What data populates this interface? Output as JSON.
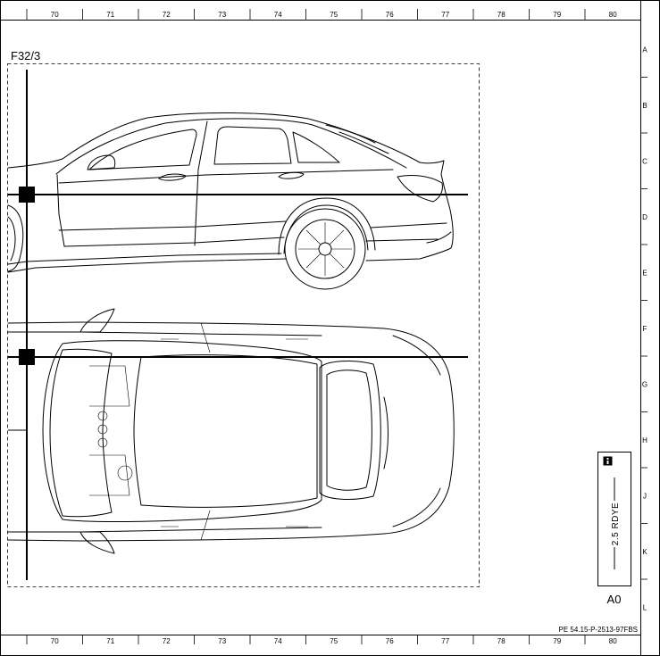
{
  "grid": {
    "columns": [
      "70",
      "71",
      "72",
      "73",
      "74",
      "75",
      "76",
      "77",
      "78",
      "79",
      "80"
    ],
    "rows": [
      "A",
      "B",
      "C",
      "D",
      "E",
      "F",
      "G",
      "H",
      "J",
      "K",
      "L"
    ]
  },
  "component": {
    "reference": "F32/3"
  },
  "connector_box": {
    "wire_label": "2.5 RDYE",
    "connector_name": "A0",
    "info_icon": "info-icon"
  },
  "document_id": "PE 54.15-P-2513-97FBS"
}
